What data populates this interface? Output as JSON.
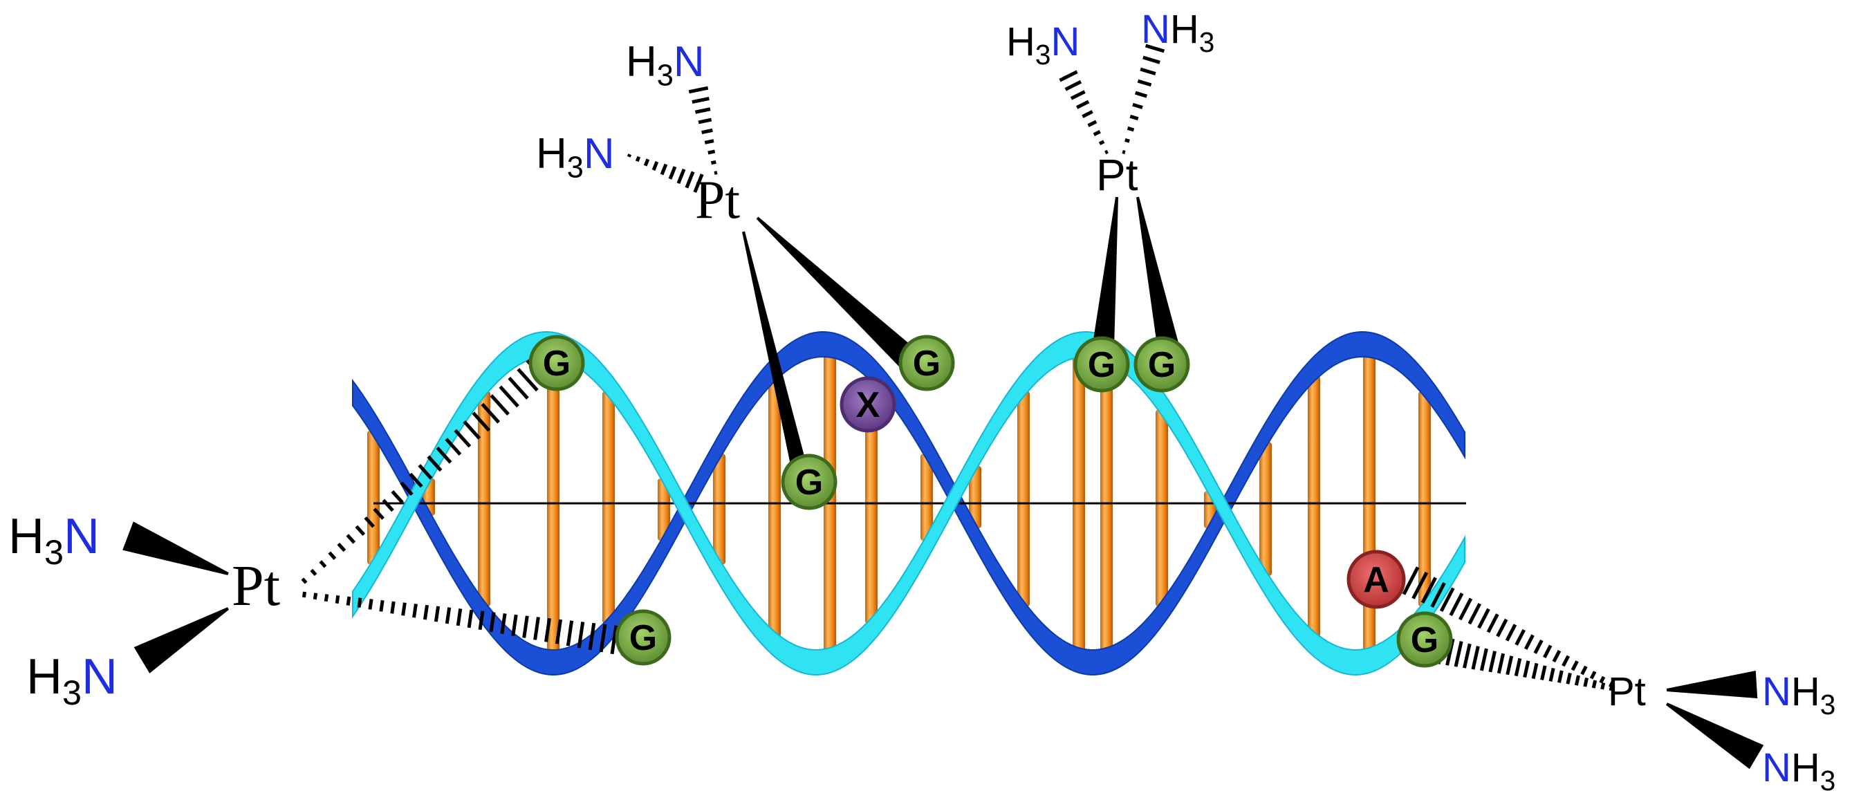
{
  "colors": {
    "strand_dark": "#1a4fd6",
    "strand_light": "#2fe3f2",
    "rung": "#f08a1c",
    "guanine": "#7fb04a",
    "adenine": "#d94a4a",
    "x_site": "#7d52a3",
    "nitrogen": "#1f2de0"
  },
  "complexes": {
    "left": {
      "metal": "Pt",
      "ligands": [
        {
          "pre": "H",
          "sub": "3",
          "n": "N"
        },
        {
          "pre": "H",
          "sub": "3",
          "n": "N"
        }
      ]
    },
    "top_left": {
      "metal": "Pt",
      "ligands": [
        {
          "pre": "H",
          "sub": "3",
          "n": "N"
        },
        {
          "pre": "H",
          "sub": "3",
          "n": "N"
        }
      ]
    },
    "top_right": {
      "metal": "Pt",
      "ligands": [
        {
          "pre": "H",
          "sub": "3",
          "n": "N"
        },
        {
          "n": "N",
          "post": "H",
          "sub": "3"
        }
      ]
    },
    "right": {
      "metal": "Pt",
      "ligands": [
        {
          "n": "N",
          "post": "H",
          "sub": "3"
        },
        {
          "n": "N",
          "post": "H",
          "sub": "3"
        }
      ]
    }
  },
  "bases": {
    "g": "G",
    "a": "A",
    "x": "X"
  }
}
